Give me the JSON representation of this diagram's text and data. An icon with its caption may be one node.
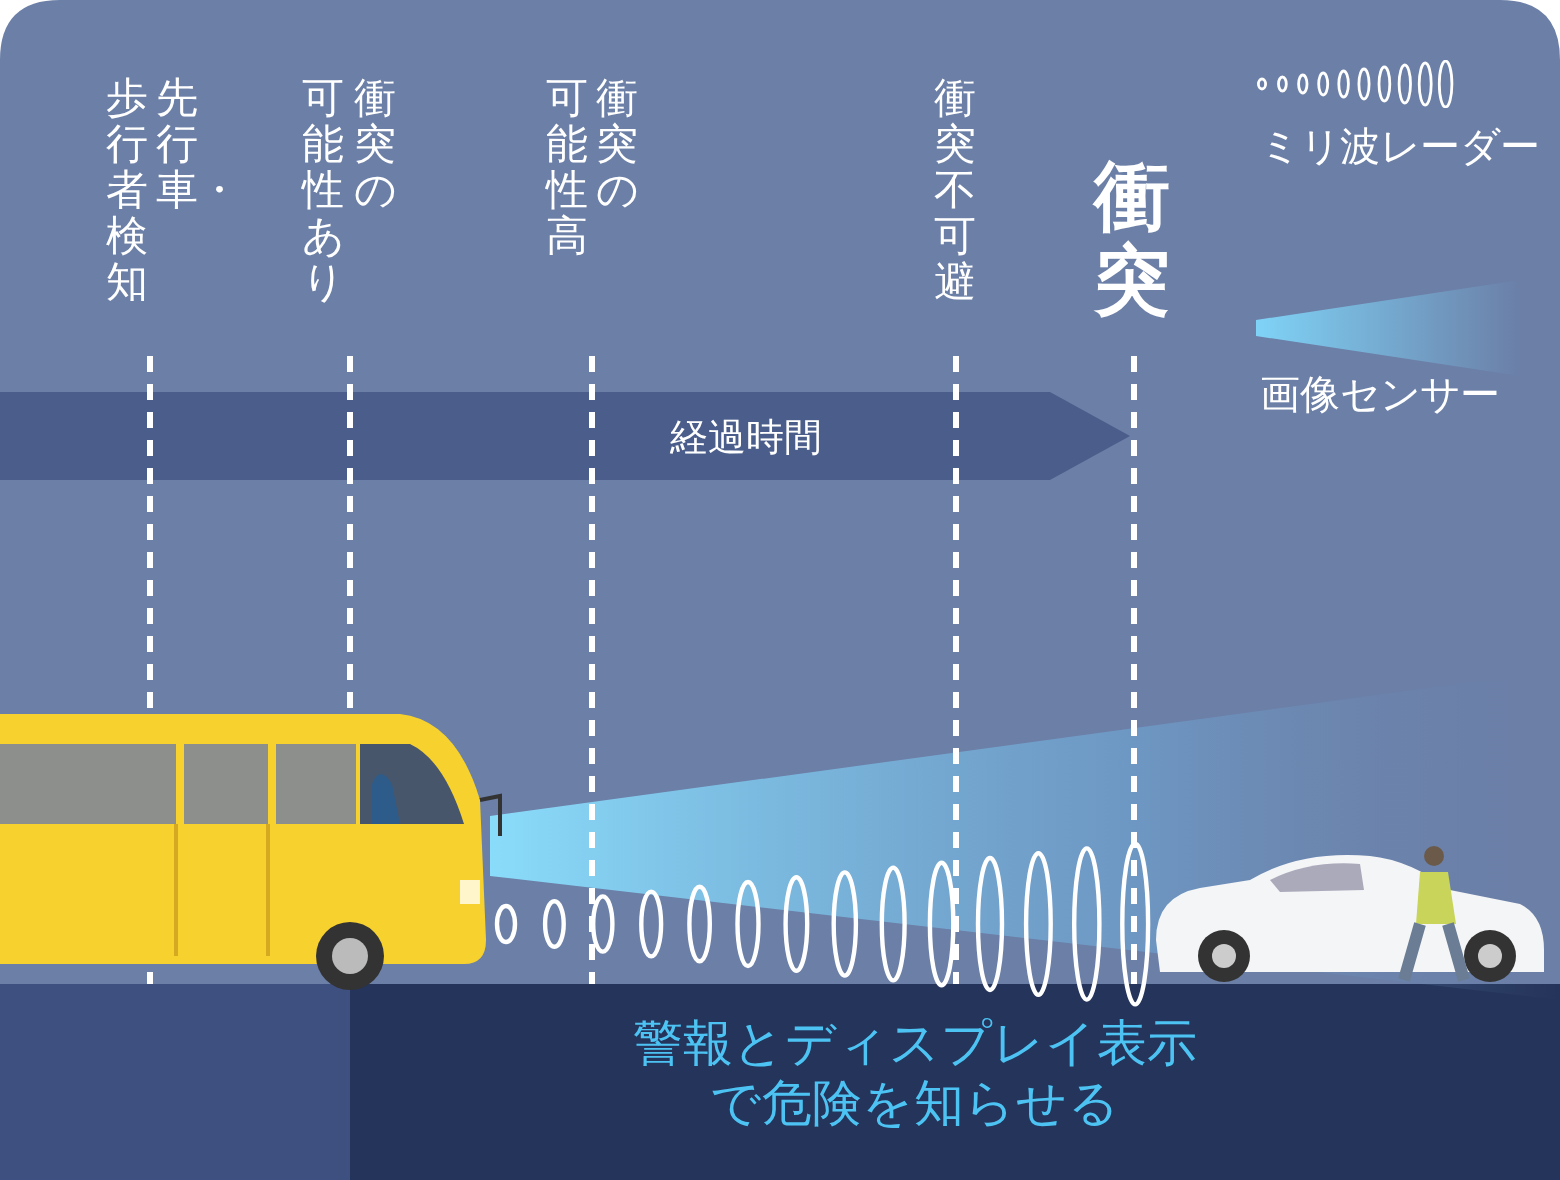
{
  "diagram": {
    "labels": [
      "先行車・",
      "歩行者検知",
      "衝突の",
      "可能性あり",
      "衝突の",
      "可能性高",
      "衝突不可避",
      "衝突",
      "経過時間",
      "警報とディスプレイ表示で危険を知らせる"
    ],
    "legend": [
      {
        "text": "ミリ波レーダー"
      },
      {
        "text": "画像センサー"
      }
    ]
  }
}
